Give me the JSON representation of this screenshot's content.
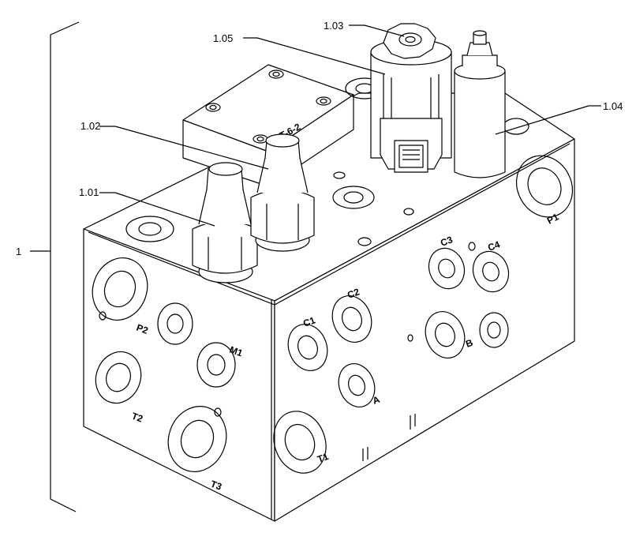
{
  "assembly": {
    "label": "1",
    "callouts": {
      "c101": "1.01",
      "c102": "1.02",
      "c103": "1.03",
      "c104": "1.04",
      "c105": "1.05"
    },
    "engraving": "PT-6-2",
    "ports": {
      "p1": "P1",
      "p2": "P2",
      "m1": "M1",
      "t1": "T1",
      "t2": "T2",
      "t3": "T3",
      "a": "A",
      "b": "B",
      "c1": "C1",
      "c2": "C2",
      "c3": "C3",
      "c4": "C4"
    }
  }
}
